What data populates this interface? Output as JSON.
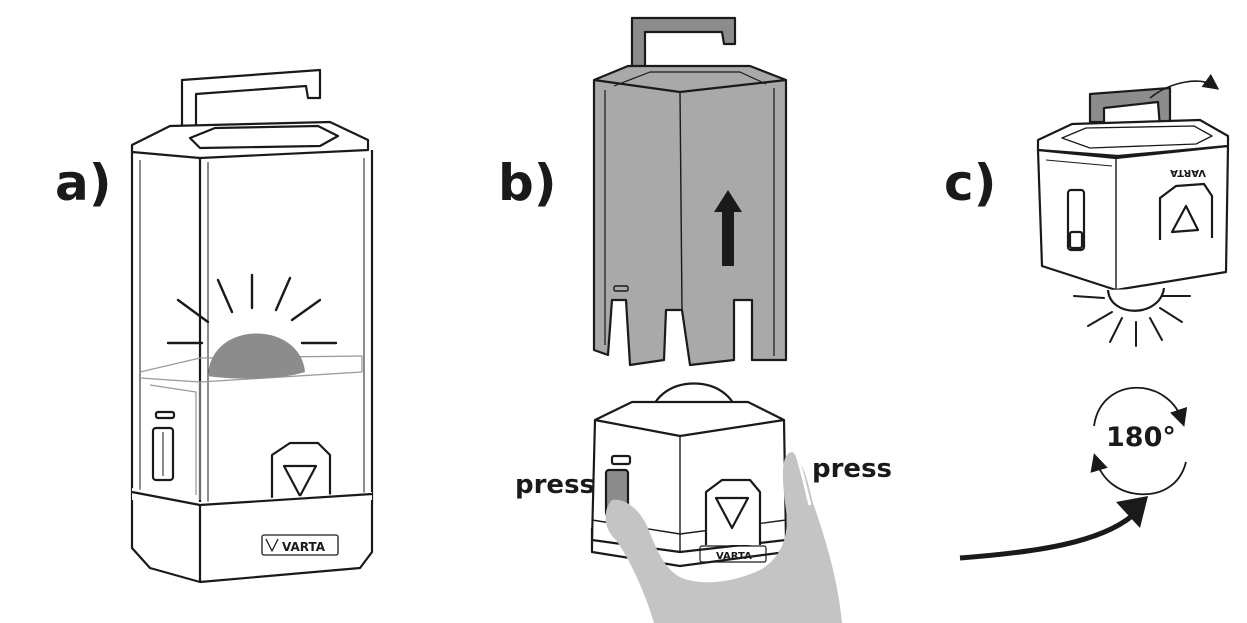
{
  "steps": {
    "a": {
      "label": "a)"
    },
    "b": {
      "label": "b)",
      "press_left": "press",
      "press_right": "press"
    },
    "c": {
      "label": "c)",
      "rotation": "180°"
    }
  },
  "brand": {
    "name": "VARTA"
  },
  "colors": {
    "line": "#1a1a1a",
    "shade": "#8c8c8c",
    "shell": "#a9a9a9",
    "hand": "#c4c4c4",
    "base": "#f2f2f2"
  }
}
